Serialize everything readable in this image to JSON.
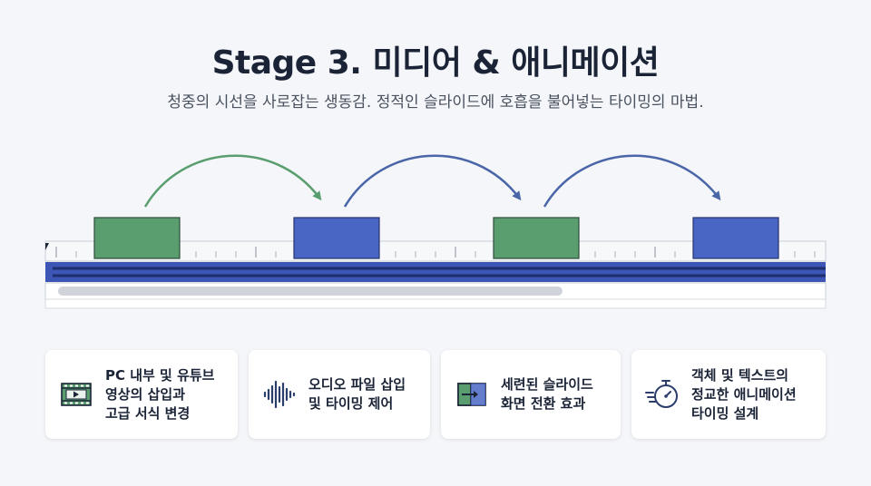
{
  "header": {
    "title": "Stage 3. 미디어 & 애니메이션",
    "subtitle": "청중의 시선을 사로잡는 생동감. 정적인 슬라이드에 호흡을 불어넣는 타이밍의 마법."
  },
  "timeline": {
    "clips": [
      {
        "color": "#5a9e70"
      },
      {
        "color": "#4a66c4"
      },
      {
        "color": "#5a9e70"
      },
      {
        "color": "#4a66c4"
      }
    ],
    "arrows": [
      {
        "color": "#5a9e70"
      },
      {
        "color": "#4a66a8"
      },
      {
        "color": "#4a66a8"
      }
    ]
  },
  "features": [
    {
      "icon": "video-film-icon",
      "lines": [
        "PC 내부 및 유튜브",
        "영상의 삽입과",
        "고급 서식 변경"
      ]
    },
    {
      "icon": "audio-waveform-icon",
      "lines": [
        "오디오 파일 삽입",
        "및 타이밍 제어"
      ]
    },
    {
      "icon": "slide-transition-icon",
      "lines": [
        "세련된 슬라이드",
        "화면 전환 효과"
      ]
    },
    {
      "icon": "stopwatch-icon",
      "lines": [
        "객체 및 텍스트의",
        "정교한 애니메이션",
        "타이밍 설계"
      ]
    }
  ],
  "colors": {
    "green": "#5a9e70",
    "blue": "#4a66c4",
    "navy": "#1f2f6e",
    "title": "#1b2437"
  }
}
